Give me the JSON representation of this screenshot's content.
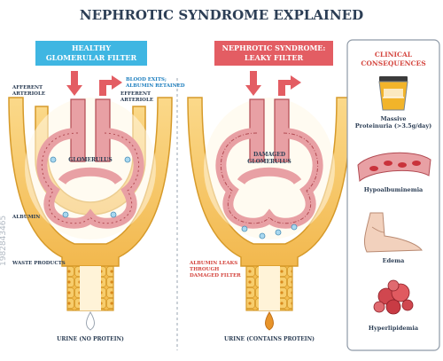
{
  "title": "NEPHROTIC SYNDROME EXPLAINED",
  "healthy": {
    "heading_line1": "HEALTHY",
    "heading_line2": "GLOMERULAR FILTER",
    "afferent_line1": "AFFERENT",
    "afferent_line2": "ARTERIOLE",
    "blood_exits_line1": "BLOOD EXITS;",
    "blood_exits_line2": "ALBUMIN RETAINED",
    "efferent_line1": "EFFERENT",
    "efferent_line2": "ARTERIOLE",
    "glomerulus": "GLOMERULUS",
    "albumin": "ALBUMIN",
    "waste": "WASTE PRODUCTS",
    "urine": "URINE (NO PROTEIN)"
  },
  "nephrotic": {
    "heading_line1": "NEPHROTIC SYNDROME:",
    "heading_line2": "LEAKY FILTER",
    "damaged_line1": "DAMAGED",
    "damaged_line2": "GLOMERULUS",
    "leak_line1": "ALBUMIN LEAKS",
    "leak_line2": "THROUGH",
    "leak_line3": "DAMAGED FILTER",
    "urine": "URINE (CONTAINS PROTEIN)"
  },
  "clinical": {
    "heading_line1": "CLINICAL",
    "heading_line2": "CONSEQUENCES",
    "items": [
      {
        "line1": "Massive",
        "line2": "Proteinuria (>3.5g/day)"
      },
      {
        "line1": "Hypoalbuminemia",
        "line2": ""
      },
      {
        "line1": "Edema",
        "line2": ""
      },
      {
        "line1": "Hyperlipidemia",
        "line2": ""
      }
    ]
  },
  "watermark": "1982843465",
  "colors": {
    "healthy_header": "#3fb6e2",
    "nephrotic_header": "#e35d63",
    "capsule": "#f6c766",
    "vessel": "#d9737a",
    "tubule": "#f0b040",
    "text": "#2c3e55",
    "accent_red": "#d4463f"
  }
}
